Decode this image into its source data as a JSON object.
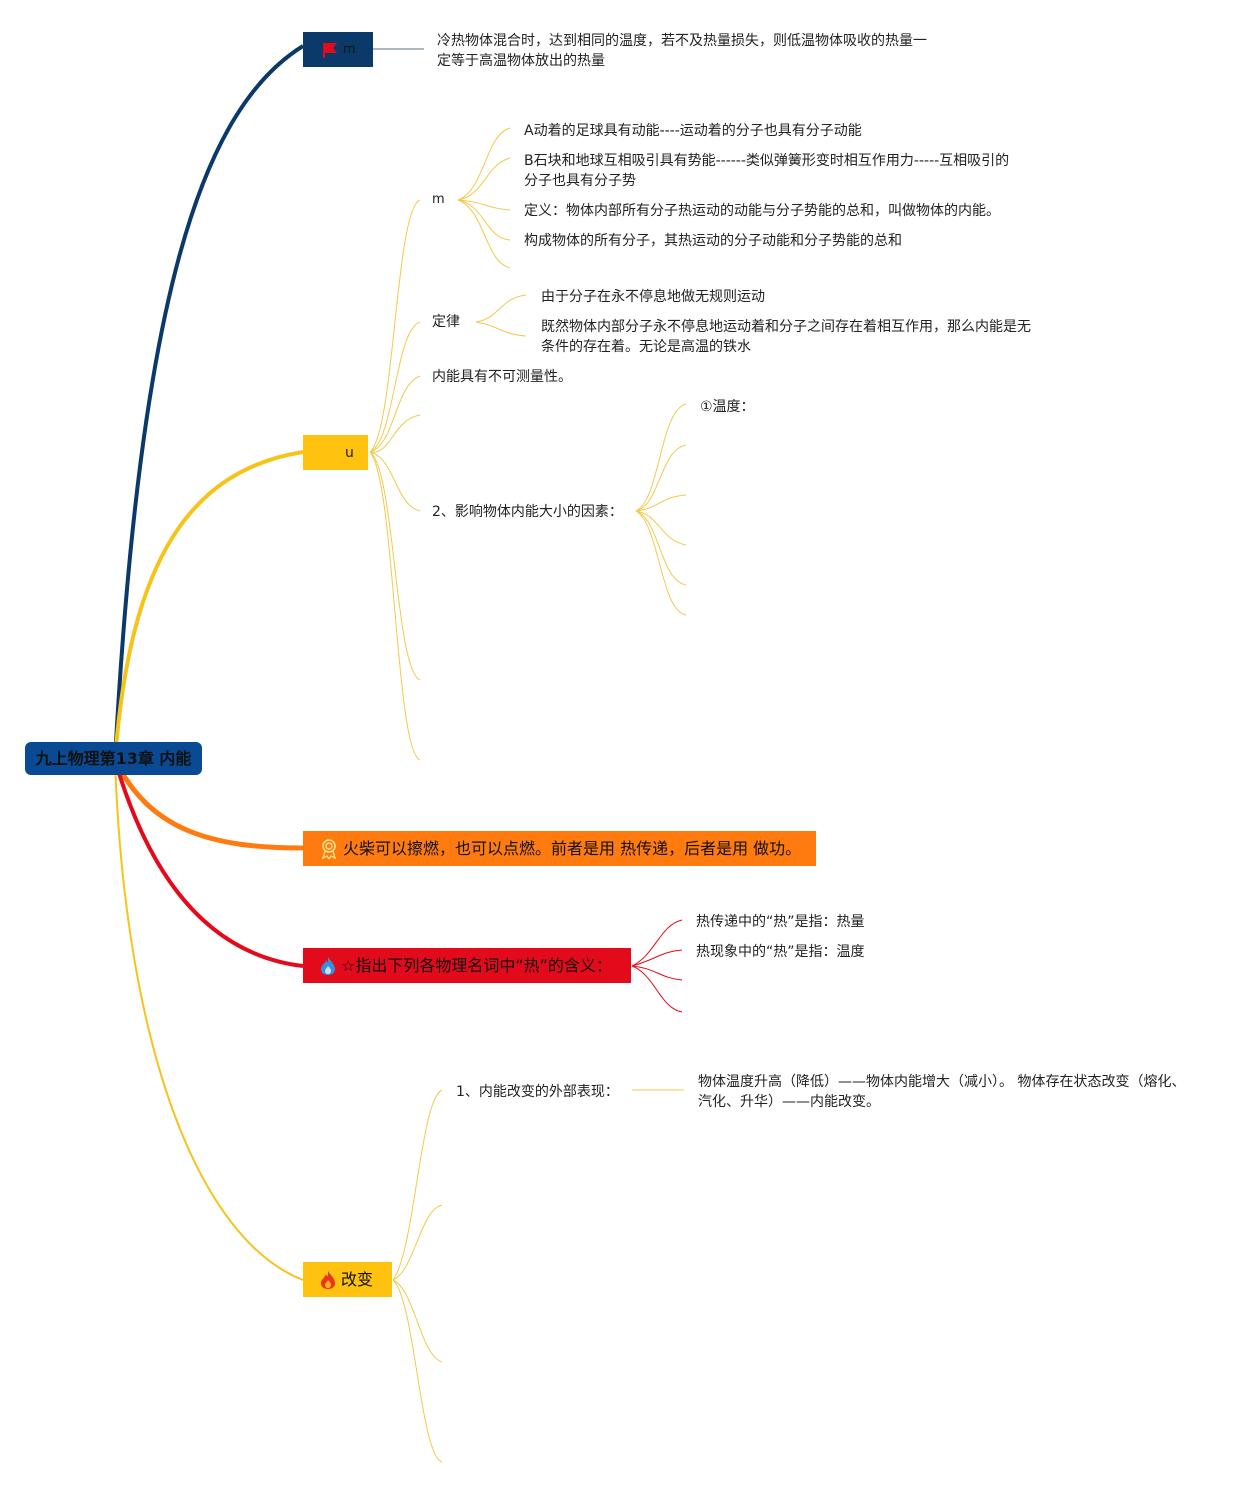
{
  "root": {
    "title": "九上物理第13章 内能"
  },
  "branch1": {
    "label": "m",
    "icon": "flag-icon",
    "note": "冷热物体混合时，达到相同的温度，若不及热量损失，则低温物体吸收的热量一定等于高温物体放出的热量"
  },
  "branch2": {
    "label": "u",
    "sub_m": {
      "label": "m",
      "items": [
        "A动着的足球具有动能----运动着的分子也具有分子动能",
        "B石块和地球互相吸引具有势能------类似弹簧形变时相互作用力-----互相吸引的分子也具有分子势",
        "定义：物体内部所有分子热运动的动能与分子势能的总和，叫做物体的内能。",
        "构成物体的所有分子，其热运动的分子动能和分子势能的总和"
      ]
    },
    "sub_law": {
      "label": "定律",
      "items": [
        "由于分子在永不停息地做无规则运动",
        "既然物体内部分子永不停息地运动着和分子之间存在着相互作用，那么内能是无条件的存在着。无论是高温的铁水"
      ]
    },
    "sub_measure": "内能具有不可测量性。",
    "sub_factors": {
      "label": "2、影响物体内能大小的因素：",
      "items": [
        "①温度："
      ]
    }
  },
  "branch3": {
    "icon": "award-icon",
    "label": "火柴可以擦燃，也可以点燃。前者是用 热传递，后者是用 做功。"
  },
  "branch4": {
    "icon": "fire-blue-icon",
    "label": "☆指出下列各物理名词中“热”的含义：",
    "items": [
      "热传递中的“热”是指：热量",
      "热现象中的“热”是指：温度"
    ]
  },
  "branch5": {
    "icon": "fire-icon",
    "label": "改变",
    "sub1": {
      "label": "1、内能改变的外部表现：",
      "note": "物体温度升高（降低）——物体内能增大（减小）。 物体存在状态改变（熔化、汽化、升华）——内能改变。"
    }
  },
  "colors": {
    "root": "#0a4a94",
    "branch1": "#0b3a6a",
    "branch2": "#ffc20e",
    "branch3": "#ff7b0f",
    "branch4": "#e30a1b",
    "branch5": "#ffc20e"
  }
}
